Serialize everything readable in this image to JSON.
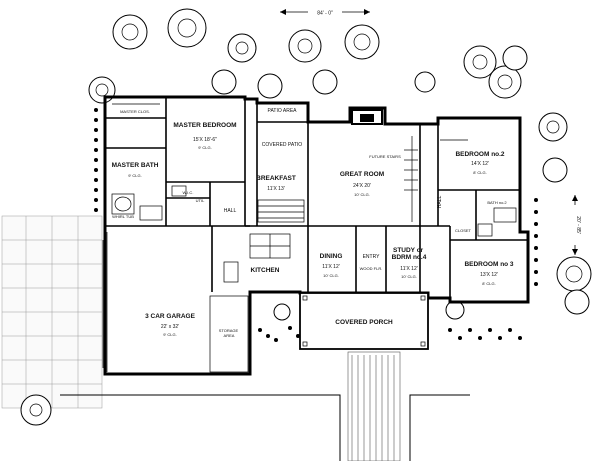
{
  "dimension_top": "84' - 0\"",
  "dimension_right": "20' - 85'",
  "rooms": {
    "master_closet": "MASTER CLOS.",
    "master_bedroom": {
      "name": "MASTER BEDROOM",
      "size": "15'X 18'-6\"",
      "clg": "9' CLG."
    },
    "master_bath": {
      "name": "MASTER BATH",
      "clg": "9' CLG."
    },
    "patio_area": "PATIO AREA",
    "covered_patio": "COVERED PATIO",
    "breakfast": {
      "name": "BREAKFAST",
      "size": "11'X 13'"
    },
    "great_room": {
      "name": "GREAT ROOM",
      "size": "24'X 20'",
      "clg": "10' CLG."
    },
    "future_stairs": "FUTURE STAIRS",
    "bedroom2": {
      "name": "BEDROOM no.2",
      "size": "14'X 12'",
      "clg": "8' CLG."
    },
    "bath2": "BATH no.2",
    "bedroom3": {
      "name": "BEDROOM no 3",
      "size": "13'X 12'",
      "clg": "8' CLG."
    },
    "study": {
      "name": "STUDY or BDRM no.4",
      "size": "11'X 12'",
      "clg": "10' CLG."
    },
    "dining": {
      "name": "DINING",
      "size": "11'X 12'",
      "clg": "10' CLG."
    },
    "entry": {
      "name": "ENTRY",
      "note": "WOOD FLR."
    },
    "kitchen": "KITCHEN",
    "garage": {
      "name": "3 CAR GARAGE",
      "size": "22' x 32'",
      "clg": "9' CLG."
    },
    "storage": "STORAGE AREA",
    "covered_porch": "COVERED PORCH",
    "hall_left": "HALL",
    "hall_right": "HALL",
    "closet": "CLOSET",
    "utility": "UTIL",
    "whirl_tub": "WHIRL TUB",
    "walkin_closet": "W.I.C."
  }
}
